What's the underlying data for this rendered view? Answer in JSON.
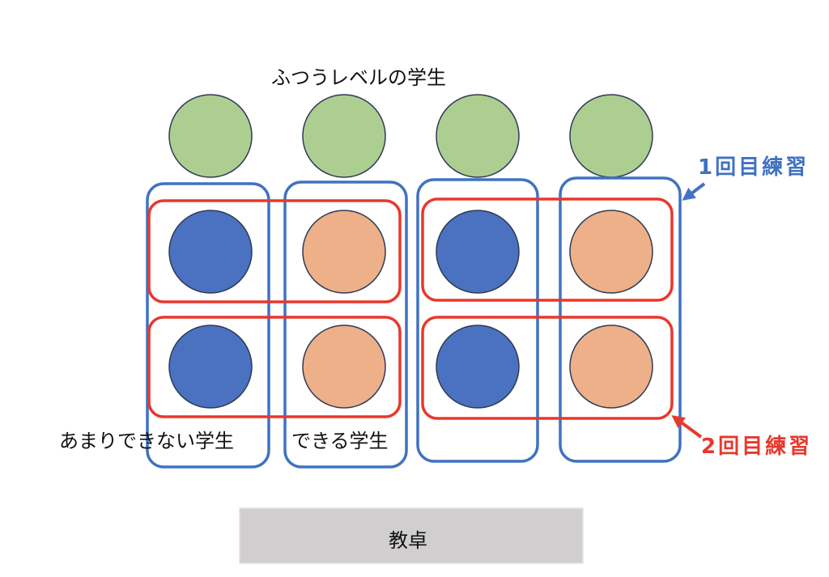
{
  "labels": {
    "normal_students": "ふつうレベルの学生",
    "weak_students": "あまりできない学生",
    "strong_students": "できる学生",
    "first_practice": "1回目練習",
    "second_practice": "2回目練習",
    "teacher_desk": "教卓"
  },
  "colors": {
    "normal": "#ADCE91",
    "weak": "#4A72C0",
    "strong": "#EDB088",
    "first_practice": "#3F72C2",
    "second_practice": "#E8382C",
    "desk": "#D0CECE"
  }
}
